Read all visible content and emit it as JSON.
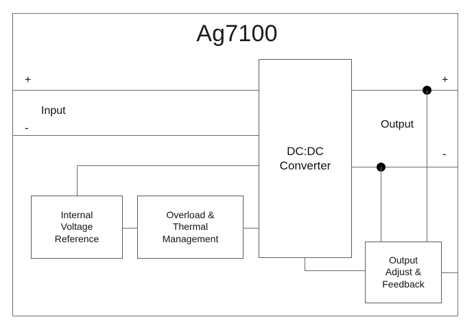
{
  "diagram": {
    "title": "Ag7100",
    "type": "block-diagram",
    "subject": "DC:DC converter module functional block diagram",
    "frame_label": "Ag7100 module boundary"
  },
  "input": {
    "label": "Input",
    "plus": "+",
    "minus": "-"
  },
  "output": {
    "label": "Output",
    "plus": "+",
    "minus": "-"
  },
  "blocks": [
    {
      "id": "dcdc",
      "label": "DC:DC\nConverter"
    },
    {
      "id": "ref",
      "label": "Internal\nVoltage\nReference"
    },
    {
      "id": "otm",
      "label": "Overload &\nThermal\nManagement"
    },
    {
      "id": "oaf",
      "label": "Output\nAdjust &\nFeedback"
    }
  ],
  "junctions": [
    {
      "id": "output-plus-node",
      "rail": "+"
    },
    {
      "id": "output-minus-node",
      "rail": "-"
    }
  ],
  "colors": {
    "background": "#ffffff",
    "line": "#6b6b6b",
    "frame": "#6e6e6e",
    "text": "#111111",
    "junction": "#000000"
  }
}
